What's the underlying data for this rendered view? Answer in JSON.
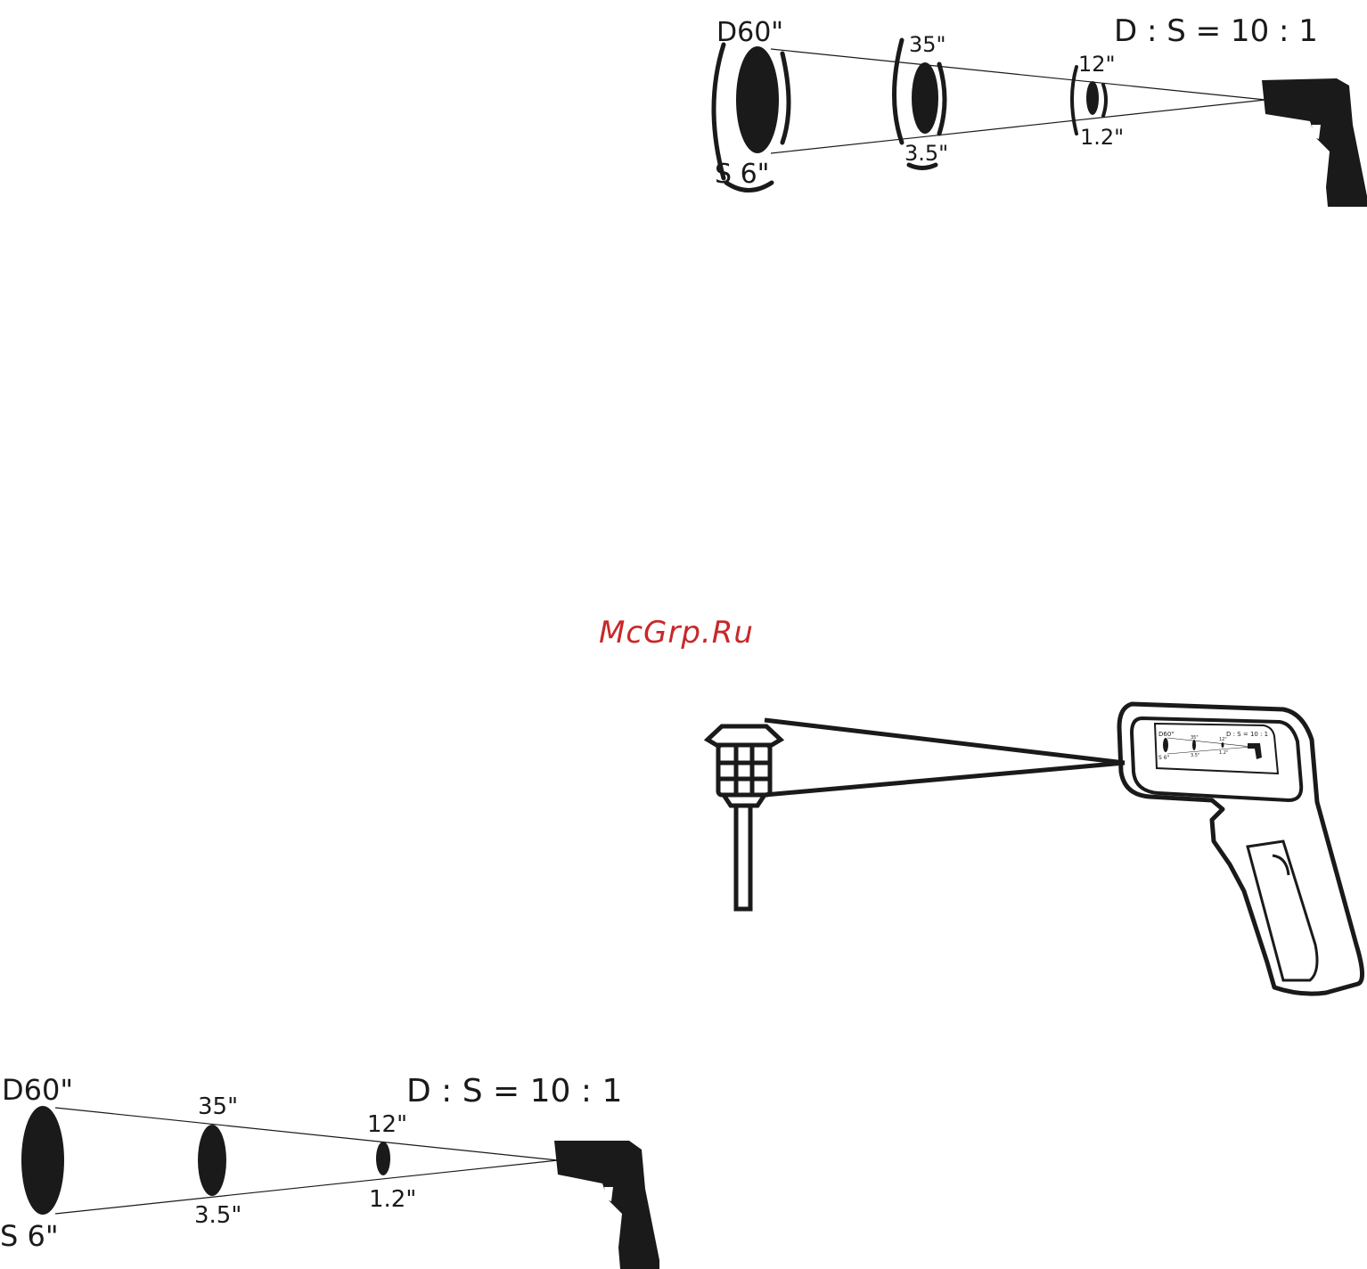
{
  "diagram_top": {
    "distance_labels": [
      "D60\"",
      "35\"",
      "12\""
    ],
    "spot_labels": [
      "S 6\"",
      "3.5\"",
      "1.2\""
    ],
    "ratio": "D : S = 10 : 1"
  },
  "diagram_bottom": {
    "distance_labels": [
      "D60\"",
      "35\"",
      "12\""
    ],
    "spot_labels": [
      "S 6\"",
      "3.5\"",
      "1.2\""
    ],
    "ratio": "D : S = 10 : 1"
  },
  "mini_label": {
    "ratio": "D : S = 10 : 1",
    "distances": [
      "D60\"",
      "35\"",
      "12\""
    ],
    "spots": [
      "S 6\"",
      "3.5\"",
      "1.2\""
    ]
  },
  "watermark": "McGrp.Ru",
  "colors": {
    "ink": "#1a1a1a",
    "watermark": "#c8282a"
  }
}
